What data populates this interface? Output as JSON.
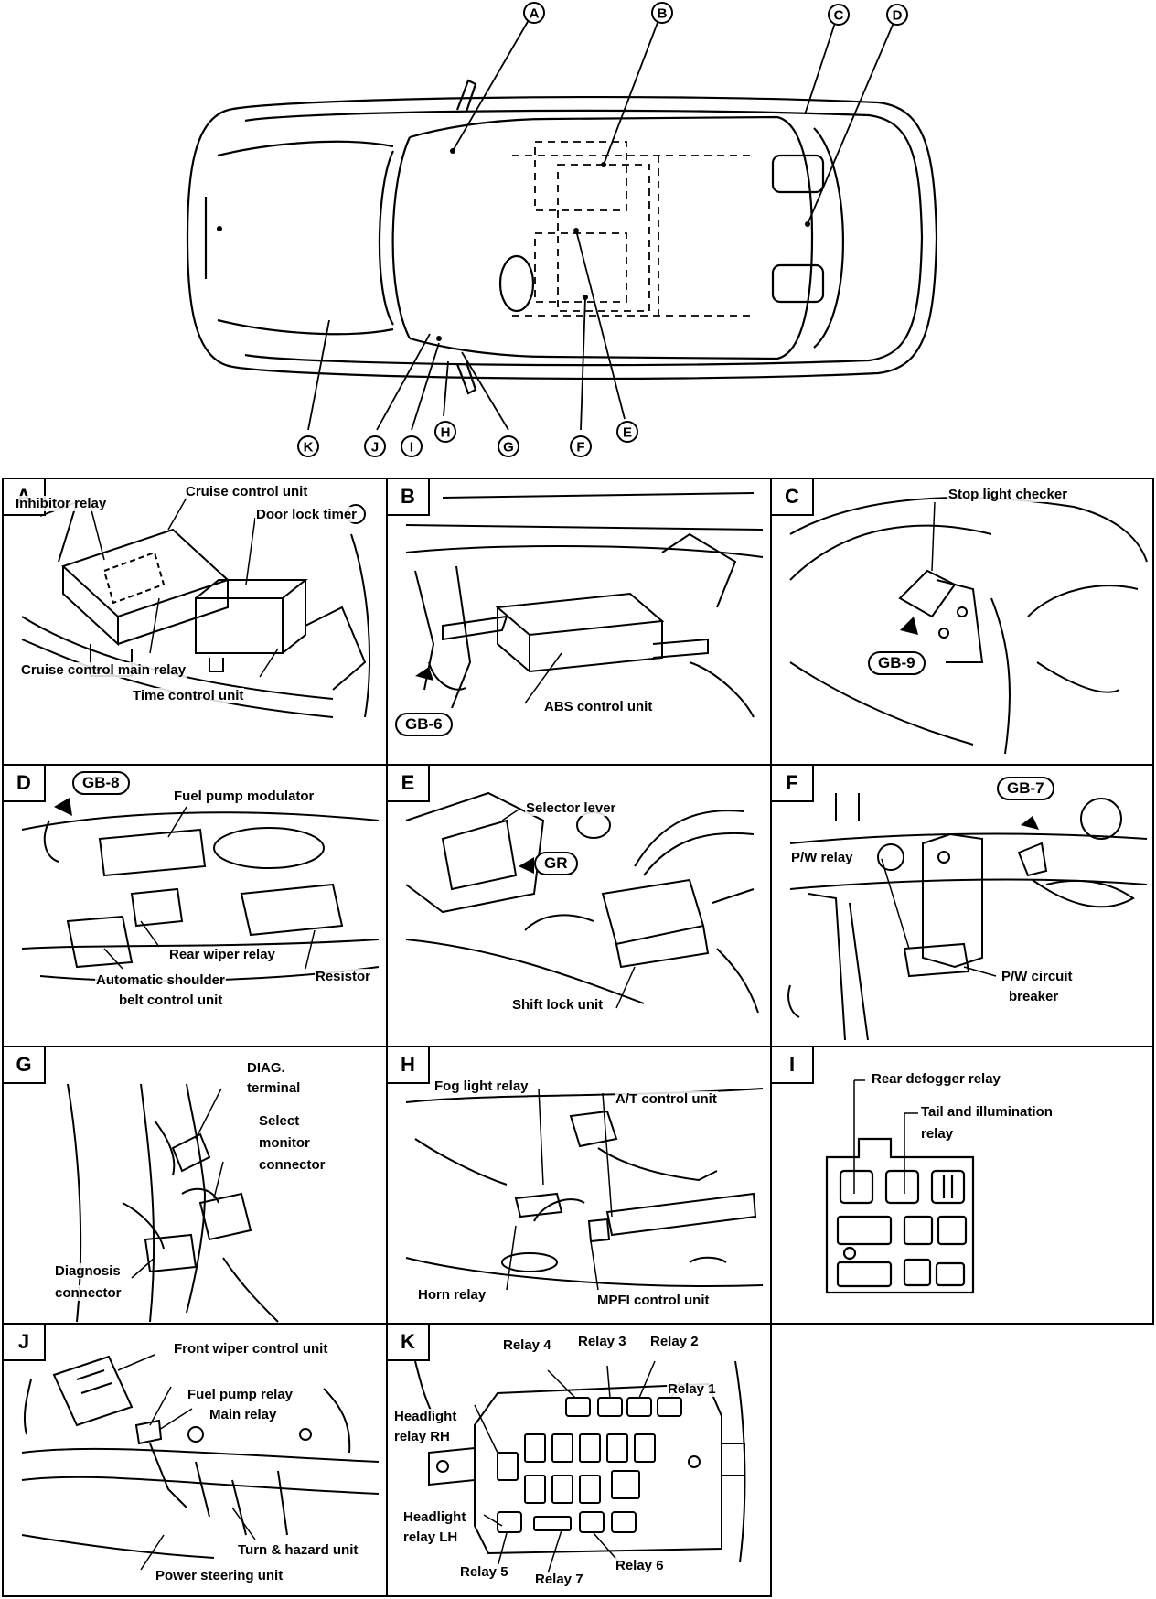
{
  "overview": {
    "callouts": [
      "A",
      "B",
      "C",
      "D",
      "E",
      "F",
      "G",
      "H",
      "I",
      "J",
      "K"
    ]
  },
  "panels": {
    "A": {
      "letter": "A",
      "labels": [
        "Inhibitor relay",
        "Cruise control unit",
        "Door lock timer",
        "Cruise control main relay",
        "Time control unit"
      ]
    },
    "B": {
      "letter": "B",
      "labels": [
        "ABS control unit"
      ],
      "ground": "GB-6"
    },
    "C": {
      "letter": "C",
      "labels": [
        "Stop light checker"
      ],
      "ground": "GB-9"
    },
    "D": {
      "letter": "D",
      "labels": [
        "Fuel pump modulator",
        "Rear wiper relay",
        "Automatic shoulder",
        "belt control unit",
        "Resistor"
      ],
      "ground": "GB-8"
    },
    "E": {
      "letter": "E",
      "labels": [
        "Selector lever",
        "Shift lock unit"
      ],
      "ground": "GR"
    },
    "F": {
      "letter": "F",
      "labels": [
        "P/W relay",
        "P/W circuit",
        "breaker"
      ],
      "ground": "GB-7"
    },
    "G": {
      "letter": "G",
      "labels": [
        "DIAG.",
        "terminal",
        "Select",
        "monitor",
        "connector",
        "Diagnosis",
        "connector"
      ]
    },
    "H": {
      "letter": "H",
      "labels": [
        "Fog light relay",
        "A/T control unit",
        "Horn relay",
        "MPFI control unit"
      ]
    },
    "I": {
      "letter": "I",
      "labels": [
        "Rear defogger relay",
        "Tail and illumination",
        "relay"
      ]
    },
    "J": {
      "letter": "J",
      "labels": [
        "Front wiper control unit",
        "Fuel pump relay",
        "Main relay",
        "Turn & hazard unit",
        "Power steering unit"
      ]
    },
    "K": {
      "letter": "K",
      "labels": [
        "Relay 4",
        "Relay 3",
        "Relay 2",
        "Relay 1",
        "Headlight",
        "relay RH",
        "Headlight",
        "relay LH",
        "Relay 5",
        "Relay 7",
        "Relay 6"
      ]
    }
  }
}
